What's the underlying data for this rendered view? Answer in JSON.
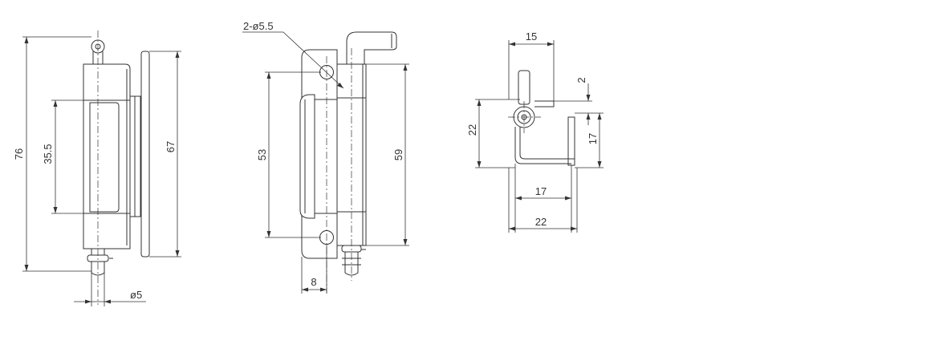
{
  "dimensions": {
    "front_overall_height": "76",
    "front_inner_height": "35.5",
    "front_plate_height": "67",
    "front_pin_diameter": "ø5",
    "side_holes": "2-ø5.5",
    "side_hole_spacing": "53",
    "side_body_height": "59",
    "side_edge_offset": "8",
    "top_width_upper": "15",
    "top_gap": "2",
    "top_left_height": "22",
    "top_right_height": "17",
    "top_inner_width": "17",
    "top_overall_width": "22"
  },
  "colors": {
    "line": "#333333",
    "background": "#ffffff"
  }
}
